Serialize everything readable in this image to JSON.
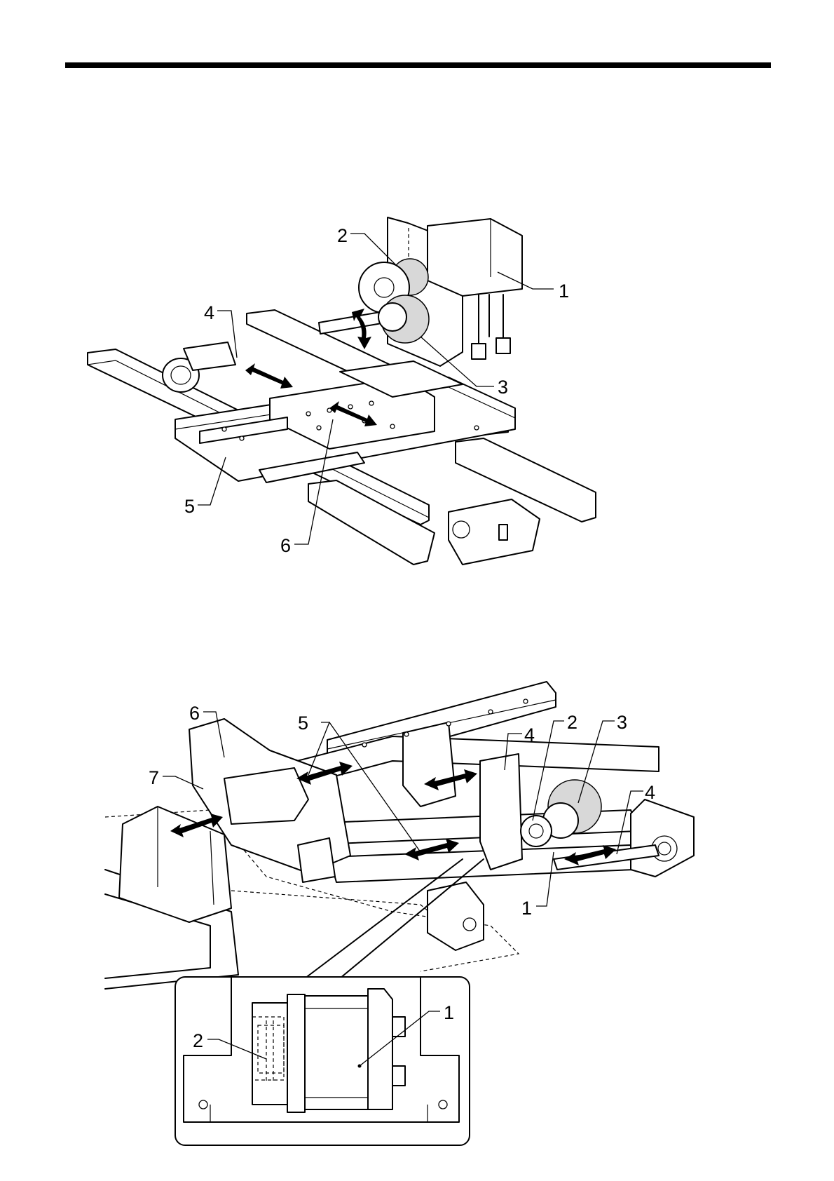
{
  "figure_top": {
    "callouts": [
      "1",
      "2",
      "3",
      "4",
      "5",
      "6"
    ]
  },
  "figure_bottom": {
    "callouts": [
      "1",
      "2",
      "3",
      "4",
      "4",
      "5",
      "6",
      "7"
    ],
    "inset_callouts": [
      "1",
      "2"
    ]
  }
}
